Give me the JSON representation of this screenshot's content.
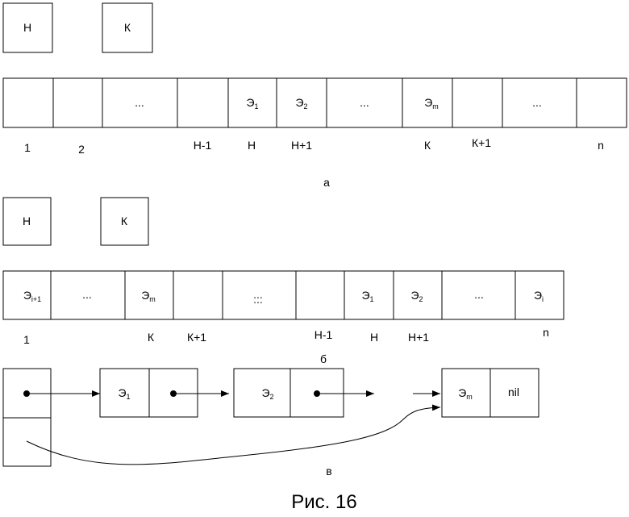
{
  "diagram_a": {
    "pointer_h": "Н",
    "pointer_k": "К",
    "cells": [
      "",
      "",
      "...",
      "",
      "Э1",
      "Э2",
      "...",
      "Эm",
      "",
      "...",
      ""
    ],
    "indices": [
      "1",
      "2",
      "Н-1",
      "Н",
      "Н+1",
      "К",
      "К+1",
      "n"
    ],
    "label": "а"
  },
  "diagram_b": {
    "pointer_h": "Н",
    "pointer_k": "К",
    "cells": [
      "Эi+1",
      "...",
      "Эm",
      "",
      ":::",
      "",
      "Э1",
      "Э2",
      "...",
      "Эi"
    ],
    "indices": [
      "1",
      "К",
      "К+1",
      "Н-1",
      "Н",
      "Н+1",
      "n"
    ],
    "label": "б"
  },
  "diagram_c": {
    "node1": "Э1",
    "node2": "Э2",
    "node_last": "Эm",
    "nil": "nil",
    "label": "в"
  },
  "caption": "Рис. 16"
}
